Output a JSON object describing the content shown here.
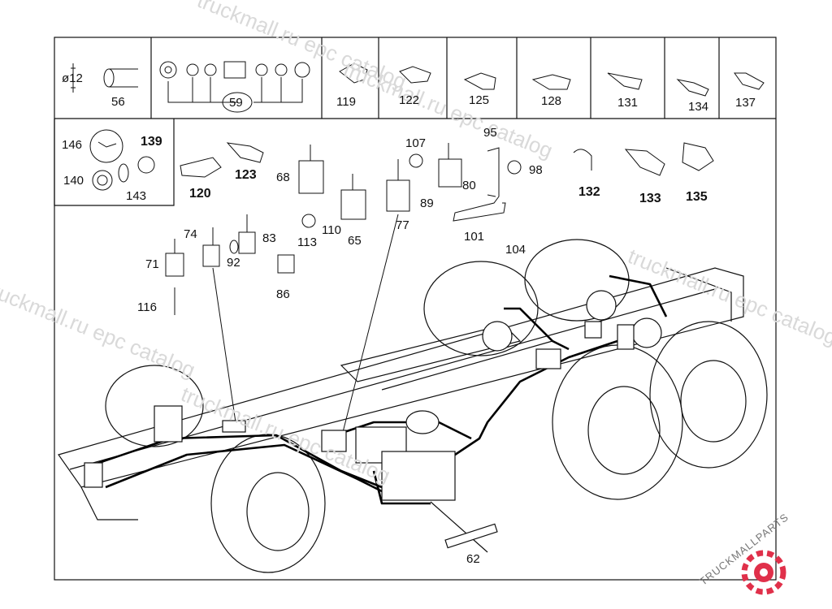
{
  "watermark": "truckmall.ru epc catalog",
  "brand": {
    "text": "TRUCKMALLPARTS",
    "part1": "TRUCKMALL",
    "part2": "PARTS",
    "color_main": "#888888",
    "color_accent": "#e0304a"
  },
  "dimension_label": "ø12",
  "top_row_callouts": [
    "56",
    "59",
    "119",
    "122",
    "125",
    "128",
    "131",
    "134",
    "137"
  ],
  "left_box_callouts": [
    "146",
    "139",
    "140",
    "143"
  ],
  "middle_callouts_bold": [
    "120",
    "123",
    "132",
    "133",
    "135"
  ],
  "middle_callouts": [
    "68",
    "107",
    "95",
    "98",
    "89",
    "80",
    "113",
    "110",
    "65",
    "77",
    "101",
    "104"
  ],
  "lower_callouts": [
    "74",
    "83",
    "71",
    "92",
    "116",
    "86",
    "62"
  ]
}
